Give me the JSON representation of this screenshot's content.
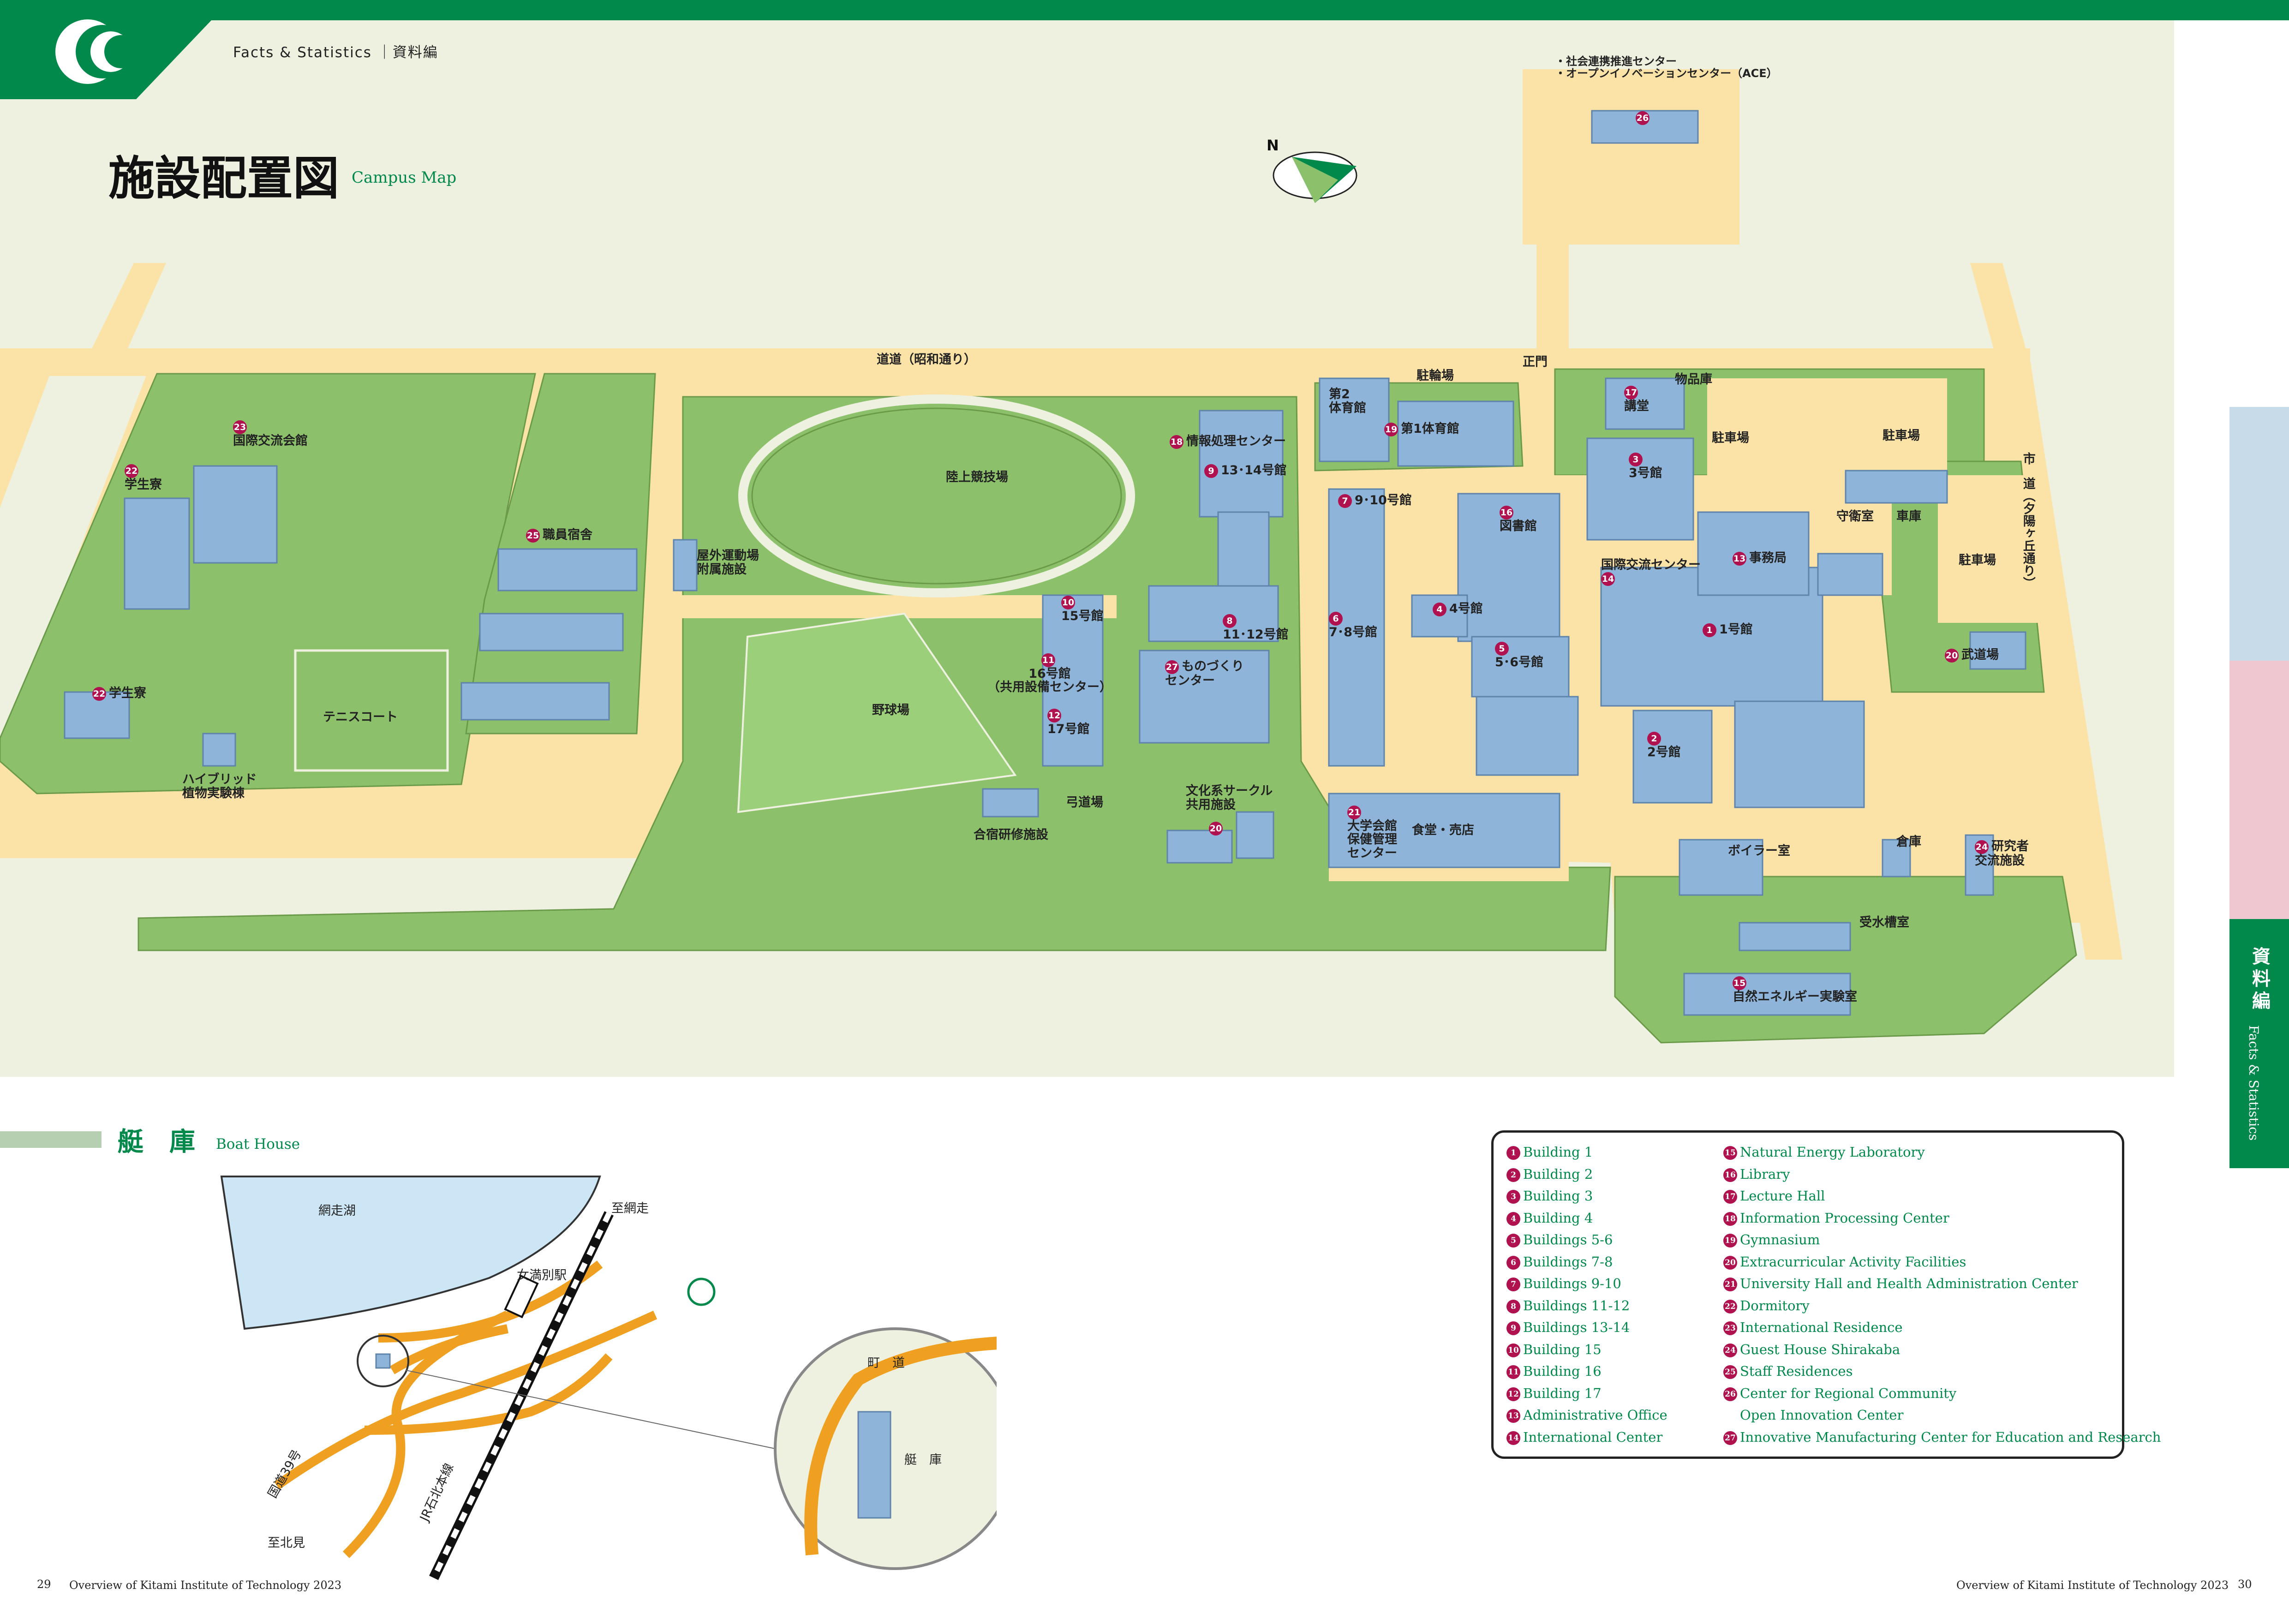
{
  "header": {
    "breadcrumb": "Facts & Statistics ｜資料編",
    "title_jp": "施設配置図",
    "title_en": "Campus Map"
  },
  "compass": {
    "label": "N"
  },
  "roads": {
    "main_road": "道道（昭和通り）",
    "city_road": "市　道（夕陽ヶ丘通り）",
    "main_gate": "正門"
  },
  "map_labels": {
    "b1": "1号館",
    "b2": "2号館",
    "b3": "3号館",
    "b4": "4号館",
    "b56": "5･6号館",
    "b78": "7･8号館",
    "b910": "9･10号館",
    "b1112": "11･12号館",
    "b1314": "13･14号館",
    "b15": "15号館",
    "b16": "16号館\n（共用設備センター）",
    "b17": "17号館",
    "admin": "事務局",
    "intl_center": "国際交流センター",
    "natural_energy": "自然エネルギー実験室",
    "library": "図書館",
    "lecture_hall": "講堂",
    "info_center": "情報処理センター",
    "gym1": "第1体育館",
    "gym2": "第2\n体育館",
    "circle": "文化系サークル\n共用施設",
    "univ_hall": "大学会館\n保健管理\nセンター",
    "dormitory1": "学生寮",
    "dormitory2": "学生寮",
    "intl_residence": "国際交流会館",
    "staff_res": "職員宿舎",
    "ace": "・社会連携推進センター\n・オープンイノベーションセンター（ACE）",
    "monozukuri": "ものづくり\nセンター",
    "budo": "武道場",
    "track": "陸上競技場",
    "baseball": "野球場",
    "tennis": "テニスコート",
    "hybrid": "ハイブリッド\n植物実験棟",
    "outdoor": "屋外運動場\n附属施設",
    "archery": "弓道場",
    "camp": "合宿研修施設",
    "cafeteria": "食堂・売店",
    "boiler": "ボイラー室",
    "warehouse": "倉庫",
    "researcher": "研究者\n交流施設",
    "substation": "受水槽室",
    "guard": "守衛室",
    "garage": "車庫",
    "storage": "物品庫",
    "bicycle": "駐輪場",
    "parking1": "駐車場",
    "parking2": "駐車場",
    "parking3": "駐車場"
  },
  "boat_house": {
    "title_jp": "艇　庫",
    "title_en": "Boat House",
    "lake": "網走湖",
    "station": "女満別駅",
    "to_abashiri": "至網走",
    "to_kitami": "至北見",
    "route39": "国道39号",
    "jr_line": "JR石北本線",
    "town_road": "町　道",
    "boathouse": "艇　庫"
  },
  "legend": [
    {
      "n": "1",
      "label": "Building 1"
    },
    {
      "n": "2",
      "label": "Building 2"
    },
    {
      "n": "3",
      "label": "Building 3"
    },
    {
      "n": "4",
      "label": "Building 4"
    },
    {
      "n": "5",
      "label": "Buildings 5-6"
    },
    {
      "n": "6",
      "label": "Buildings 7-8"
    },
    {
      "n": "7",
      "label": "Buildings 9-10"
    },
    {
      "n": "8",
      "label": "Buildings 11-12"
    },
    {
      "n": "9",
      "label": "Buildings 13-14"
    },
    {
      "n": "10",
      "label": "Building 15"
    },
    {
      "n": "11",
      "label": "Building 16"
    },
    {
      "n": "12",
      "label": "Building 17"
    },
    {
      "n": "13",
      "label": "Administrative Office"
    },
    {
      "n": "14",
      "label": "International Center"
    },
    {
      "n": "15",
      "label": "Natural Energy Laboratory"
    },
    {
      "n": "16",
      "label": "Library"
    },
    {
      "n": "17",
      "label": "Lecture Hall"
    },
    {
      "n": "18",
      "label": "Information Processing Center"
    },
    {
      "n": "19",
      "label": "Gymnasium"
    },
    {
      "n": "20",
      "label": "Extracurricular Activity Facilities"
    },
    {
      "n": "21",
      "label": "University Hall and Health Administration Center"
    },
    {
      "n": "22",
      "label": "Dormitory"
    },
    {
      "n": "23",
      "label": "International Residence"
    },
    {
      "n": "24",
      "label": "Guest House Shirakaba"
    },
    {
      "n": "25",
      "label": "Staff Residences"
    },
    {
      "n": "26",
      "label": "Center for Regional Community"
    },
    {
      "n": "",
      "label": "Open Innovation Center"
    },
    {
      "n": "27",
      "label": "Innovative Manufacturing Center for Education and Research"
    }
  ],
  "side_tab": {
    "jp": "資料編",
    "en": "Facts & Statistics"
  },
  "footer": {
    "left_page": "29",
    "left_text": "Overview of Kitami Institute of Technology 2023",
    "right_text": "Overview of Kitami Institute of Technology 2023",
    "right_page": "30"
  },
  "colors": {
    "brand_green": "#00894b",
    "grass": "#8cc06a",
    "road": "#fbe3a8",
    "building": "#8fb4d9",
    "marker": "#b0124f",
    "route": "#f0a020",
    "lake": "#cde6f5"
  }
}
